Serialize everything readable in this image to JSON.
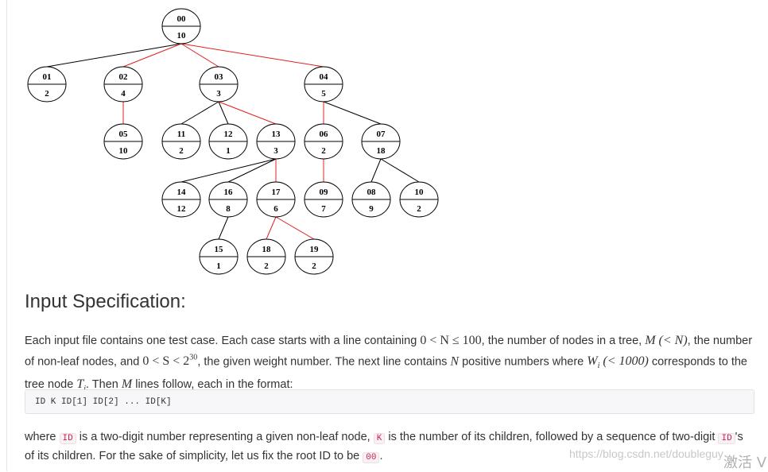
{
  "tree": {
    "nodes": [
      {
        "id": "00",
        "w": "10"
      },
      {
        "id": "01",
        "w": "2"
      },
      {
        "id": "02",
        "w": "4"
      },
      {
        "id": "03",
        "w": "3"
      },
      {
        "id": "04",
        "w": "5"
      },
      {
        "id": "05",
        "w": "10"
      },
      {
        "id": "11",
        "w": "2"
      },
      {
        "id": "12",
        "w": "1"
      },
      {
        "id": "13",
        "w": "3"
      },
      {
        "id": "06",
        "w": "2"
      },
      {
        "id": "07",
        "w": "18"
      },
      {
        "id": "14",
        "w": "12"
      },
      {
        "id": "16",
        "w": "8"
      },
      {
        "id": "17",
        "w": "6"
      },
      {
        "id": "09",
        "w": "7"
      },
      {
        "id": "08",
        "w": "9"
      },
      {
        "id": "10",
        "w": "2"
      },
      {
        "id": "15",
        "w": "1"
      },
      {
        "id": "18",
        "w": "2"
      },
      {
        "id": "19",
        "w": "2"
      }
    ],
    "edges": [
      {
        "from": "00",
        "to": "01",
        "highlight": false
      },
      {
        "from": "00",
        "to": "02",
        "highlight": true
      },
      {
        "from": "00",
        "to": "03",
        "highlight": true
      },
      {
        "from": "00",
        "to": "04",
        "highlight": true
      },
      {
        "from": "02",
        "to": "05",
        "highlight": true
      },
      {
        "from": "03",
        "to": "11",
        "highlight": false
      },
      {
        "from": "03",
        "to": "12",
        "highlight": false
      },
      {
        "from": "03",
        "to": "13",
        "highlight": true
      },
      {
        "from": "04",
        "to": "06",
        "highlight": true
      },
      {
        "from": "04",
        "to": "07",
        "highlight": false
      },
      {
        "from": "13",
        "to": "14",
        "highlight": false
      },
      {
        "from": "13",
        "to": "16",
        "highlight": false
      },
      {
        "from": "13",
        "to": "17",
        "highlight": true
      },
      {
        "from": "06",
        "to": "09",
        "highlight": true
      },
      {
        "from": "07",
        "to": "08",
        "highlight": false
      },
      {
        "from": "07",
        "to": "10",
        "highlight": false
      },
      {
        "from": "16",
        "to": "15",
        "highlight": false
      },
      {
        "from": "17",
        "to": "18",
        "highlight": true
      },
      {
        "from": "17",
        "to": "19",
        "highlight": true
      }
    ],
    "colors": {
      "normal": "#000000",
      "highlight": "#e02020"
    }
  },
  "section": {
    "heading": "Input Specification:",
    "p1": {
      "t1": "Each input file contains one test case. Each case starts with a line containing ",
      "m1": "0 < N ≤ 100",
      "t2": ", the number of nodes in a tree, ",
      "m2": "M (< N)",
      "t3": ", the number of non-leaf nodes, and ",
      "m3_a": "0 < S < 2",
      "m3_sup": "30",
      "t4": ", the given weight number. The next line contains ",
      "m4": "N",
      "t5": " positive numbers where ",
      "m5_a": "W",
      "m5_sub": "i",
      "m5_b": " (< 1000)",
      "t6": " corresponds to the tree node ",
      "m6_a": "T",
      "m6_sub": "i",
      "t7": ". Then ",
      "m7": "M",
      "t8": " lines follow, each in the format:"
    },
    "code": "ID K ID[1] ID[2] ... ID[K]",
    "p2": {
      "t1": "where ",
      "c1": "ID",
      "t2": " is a two-digit number representing a given non-leaf node, ",
      "c2": "K",
      "t3": " is the number of its children, followed by a sequence of two-digit ",
      "c3": "ID",
      "t4": "'s of its children. For the sake of simplicity, let us fix the root ID to be ",
      "c4": "00",
      "t5": "."
    }
  },
  "watermark": {
    "url": "https://blog.csdn.net/doubleguy",
    "activate": "激活 V"
  }
}
